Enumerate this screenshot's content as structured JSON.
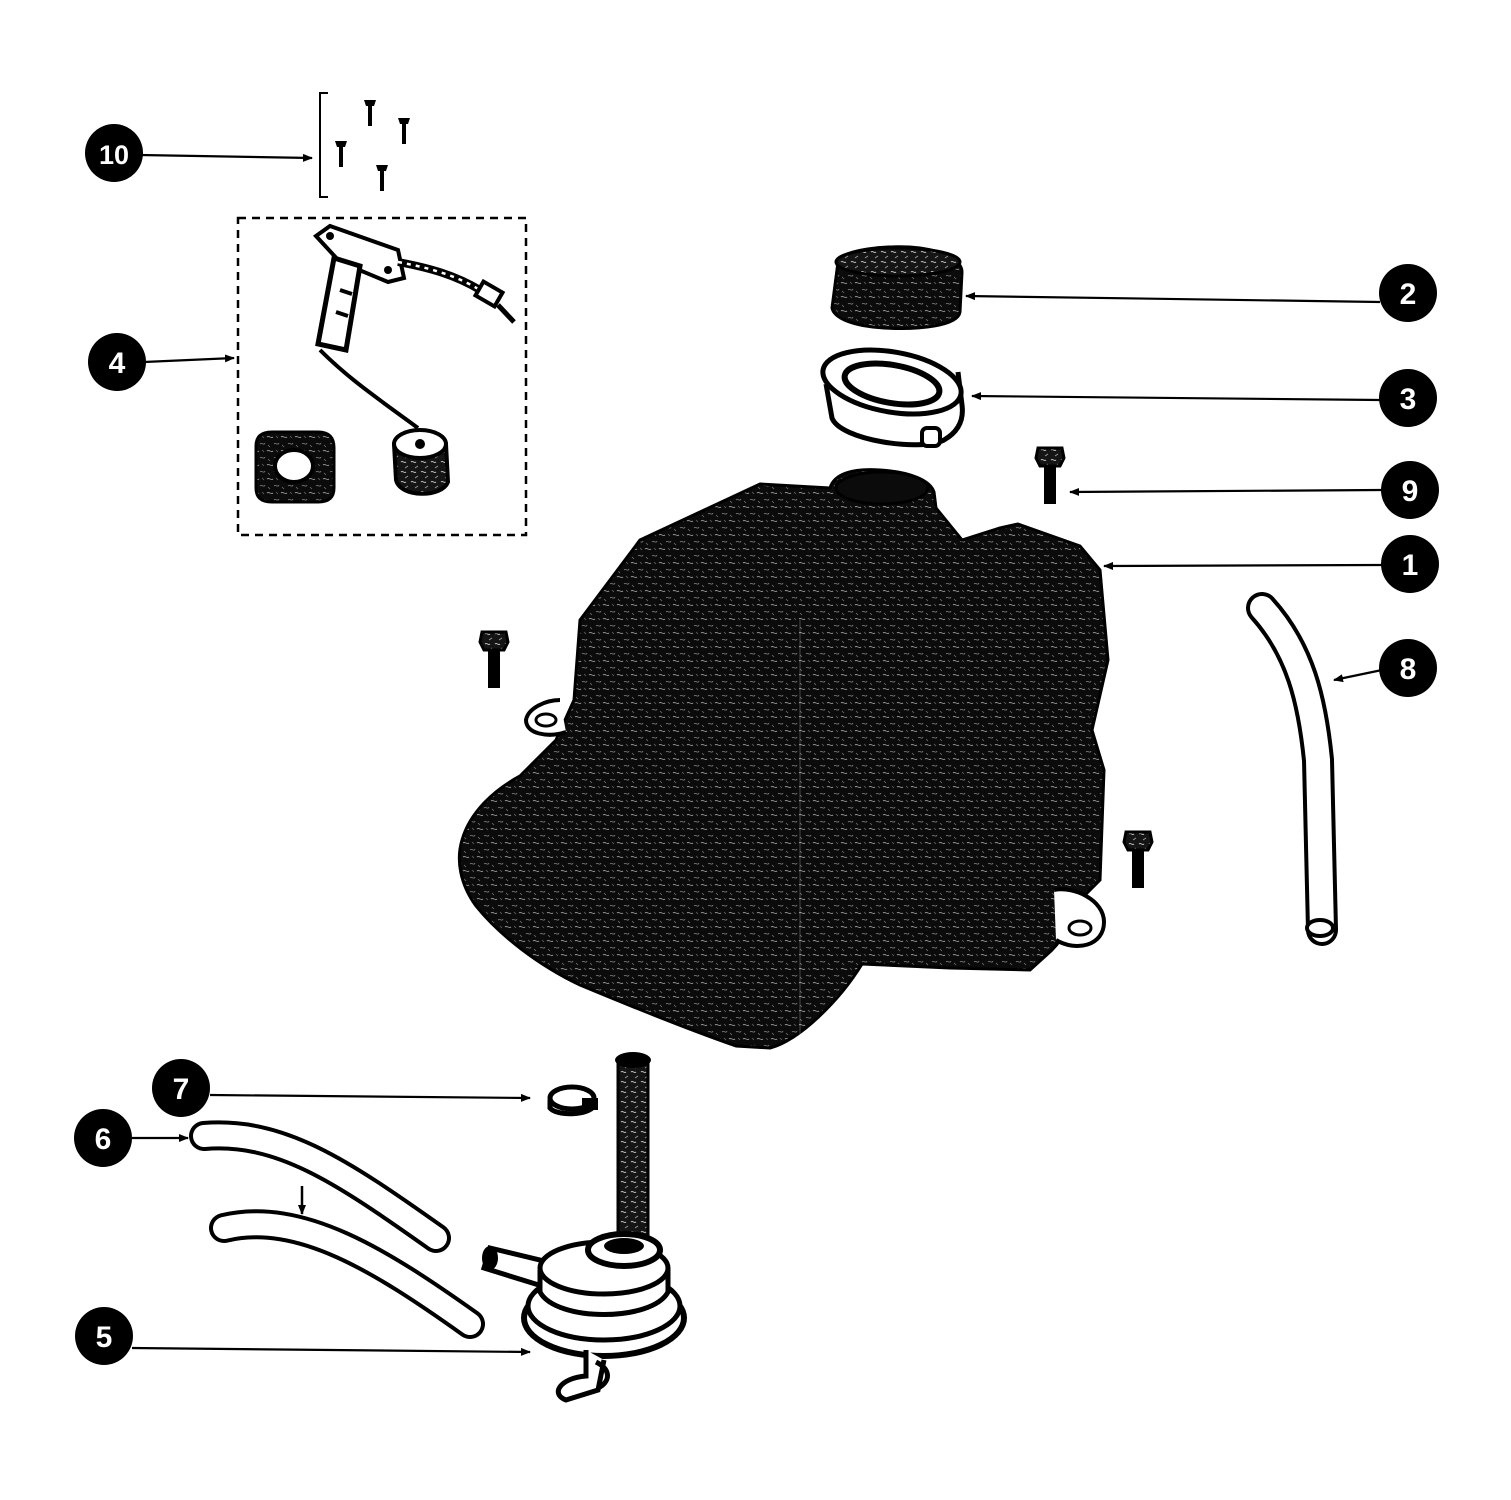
{
  "diagram": {
    "colors": {
      "ink": "#000000",
      "paper": "#ffffff",
      "callout_text": "#ffffff"
    },
    "callouts": [
      {
        "id": "1",
        "label": "1",
        "part": "fuel-tank"
      },
      {
        "id": "2",
        "label": "2",
        "part": "fuel-cap"
      },
      {
        "id": "3",
        "label": "3",
        "part": "filler-neck-ring"
      },
      {
        "id": "4",
        "label": "4",
        "part": "fuel-level-sender"
      },
      {
        "id": "5",
        "label": "5",
        "part": "fuel-tap"
      },
      {
        "id": "6",
        "label": "6",
        "part": "fuel-hose"
      },
      {
        "id": "7",
        "label": "7",
        "part": "hose-clamp"
      },
      {
        "id": "8",
        "label": "8",
        "part": "breather-hose"
      },
      {
        "id": "9",
        "label": "9",
        "part": "tank-bolt"
      },
      {
        "id": "10",
        "label": "10",
        "part": "screw-set"
      }
    ]
  }
}
